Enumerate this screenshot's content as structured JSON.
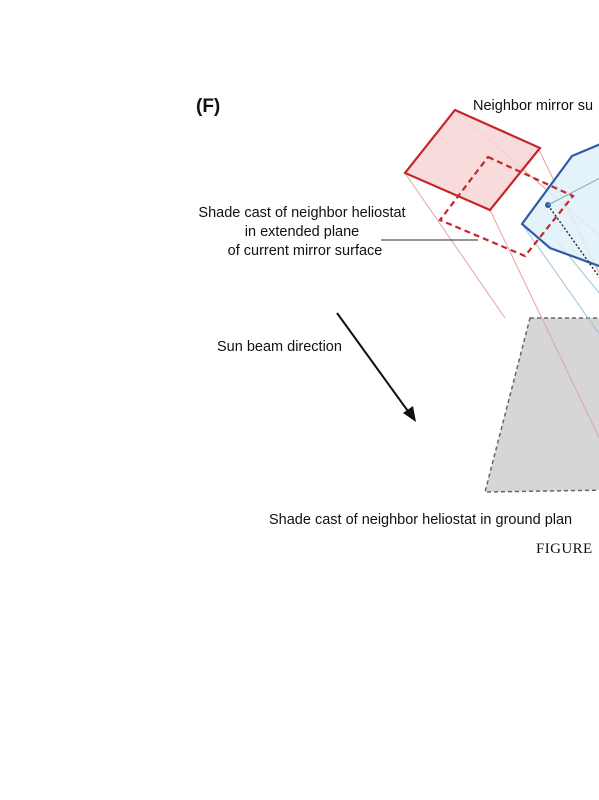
{
  "panel": {
    "letter": "(F)"
  },
  "labels": {
    "neighbor_mirror": "Neighbor mirror su",
    "shade_extended_line1": "Shade cast of neighbor heliostat",
    "shade_extended_line2": "in extended plane",
    "shade_extended_line3": "of current mirror surface",
    "sun_beam": "Sun beam direction",
    "shade_ground": "Shade cast of neighbor heliostat in ground plan"
  },
  "caption": {
    "figure_text": "FIGURE"
  },
  "colors": {
    "neighbor": "#c4262c",
    "neighbor_fill": "#f7d6d6",
    "current": "#2f5aa8",
    "current_fill": "#dff0f8",
    "ground_fill": "#d6d6d6",
    "ground_border": "#666666",
    "ray_red": "#e3a3a3",
    "ray_blue": "#9cc3dc"
  },
  "icons": {
    "arrow": "sun-beam-arrow-icon"
  }
}
